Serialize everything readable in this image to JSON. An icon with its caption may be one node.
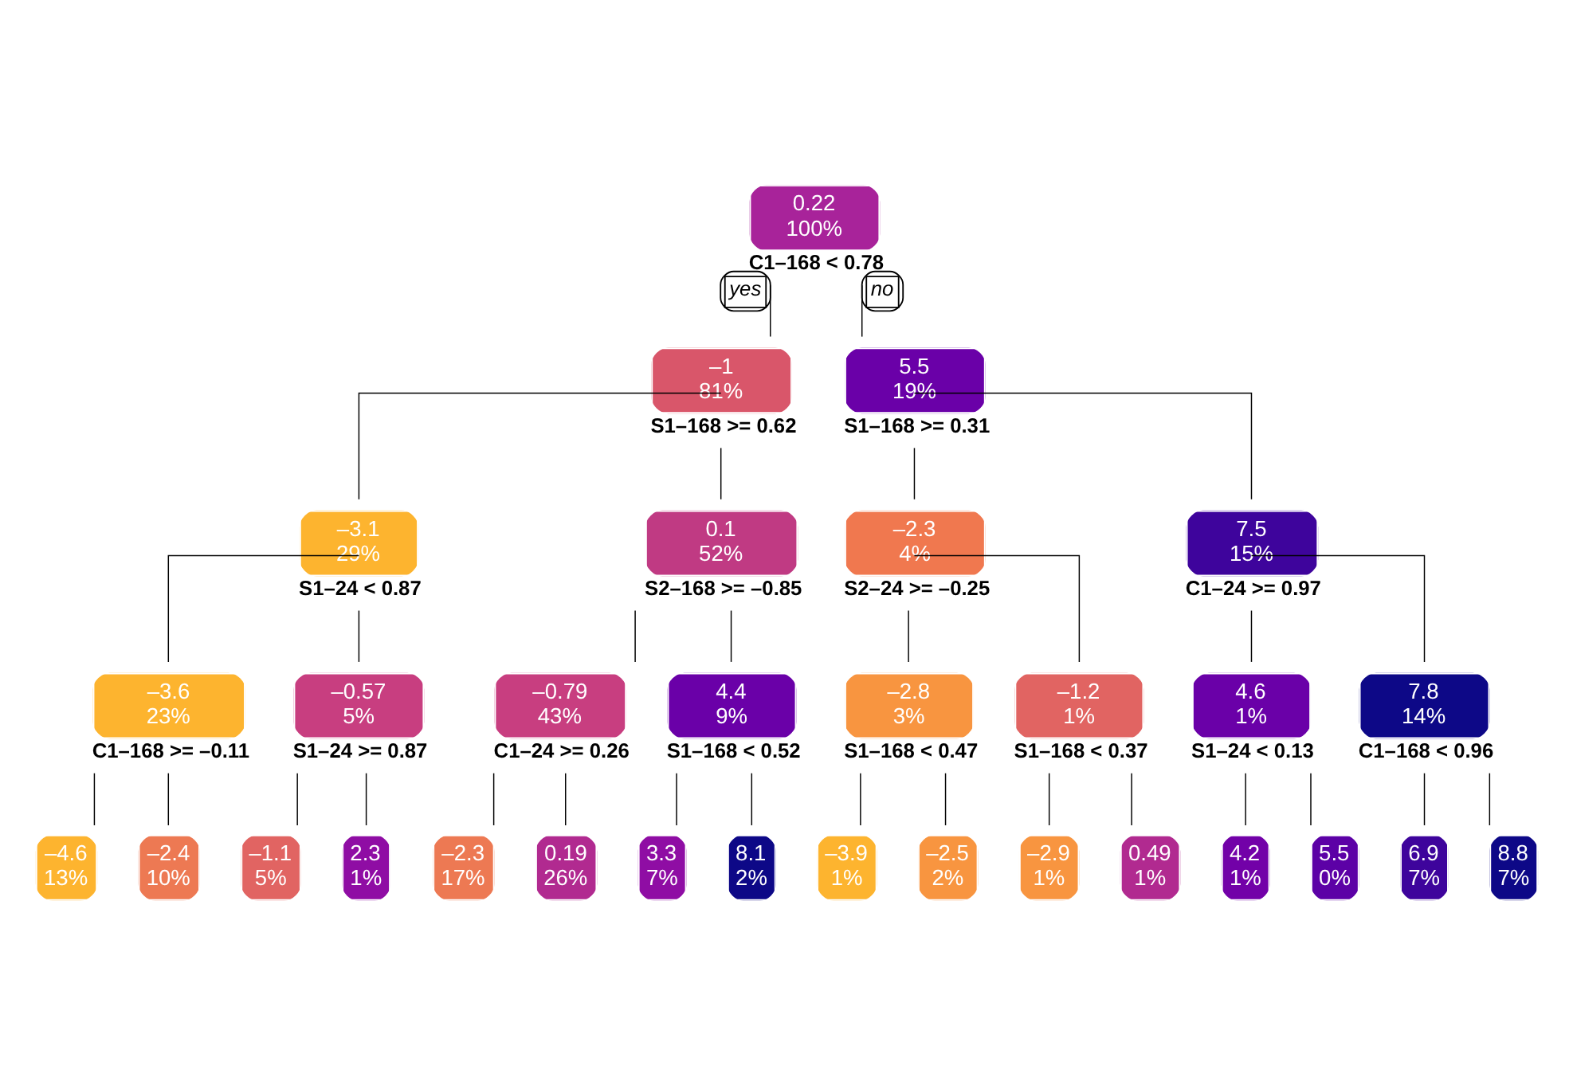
{
  "diagram": {
    "nodes": [
      {
        "text": [
          "0.22",
          "100%"
        ],
        "beside": [
          "C1–168 < 0.78"
        ]
      },
      {
        "text": [
          "–1",
          "81%"
        ],
        "beside": [
          "S1–168 >= 0.62"
        ]
      },
      {
        "text": [
          "5.5",
          "19%"
        ],
        "beside": [
          "S1–168 >= 0.31"
        ]
      },
      {
        "text": [
          "–3.1",
          "29%"
        ],
        "beside": [
          "S1–24 < 0.87"
        ]
      },
      {
        "text": [
          "0.1",
          "52%"
        ],
        "beside": [
          "S2–168 >= –0.85"
        ]
      },
      {
        "text": [
          "–2.3",
          "4%"
        ],
        "beside": [
          "S2–24 >= –0.25"
        ]
      },
      {
        "text": [
          "7.5",
          "15%"
        ],
        "beside": [
          "C1–24 >= 0.97"
        ]
      },
      {
        "text": [
          "–3.6",
          "23%"
        ],
        "beside": [
          "C1–168 >= –0.11"
        ]
      },
      {
        "text": [
          "–0.57",
          "5%"
        ],
        "beside": [
          "S1–24 >= 0.87"
        ]
      },
      {
        "text": [
          "–0.79",
          "43%"
        ],
        "beside": [
          "C1–24 >= 0.26"
        ]
      },
      {
        "text": [
          "4.4",
          "9%"
        ],
        "beside": [
          "S1–168 < 0.52"
        ]
      },
      {
        "text": [
          "–2.8",
          "3%"
        ],
        "beside": [
          "S1–168 < 0.47"
        ]
      },
      {
        "text": [
          "–1.2",
          "1%"
        ],
        "beside": [
          "S1–168 < 0.37"
        ]
      },
      {
        "text": [
          "4.6",
          "1%"
        ],
        "beside": [
          "S1–24 < 0.13"
        ]
      },
      {
        "text": [
          "7.8",
          "14%"
        ],
        "beside": [
          "C1–168 < 0.96"
        ]
      },
      {
        "text": [
          "–4.6",
          "13%"
        ]
      },
      {
        "text": [
          "–2.4",
          "10%"
        ]
      },
      {
        "text": [
          "–1.1",
          "5%"
        ]
      },
      {
        "text": [
          "2.3",
          "1%"
        ]
      },
      {
        "text": [
          "–2.3",
          "17%"
        ]
      },
      {
        "text": [
          "0.19",
          "26%"
        ]
      },
      {
        "text": [
          "3.3",
          "7%"
        ]
      },
      {
        "text": [
          "8.1",
          "2%"
        ]
      },
      {
        "text": [
          "–3.9",
          "1%"
        ]
      },
      {
        "text": [
          "–2.5",
          "2%"
        ]
      },
      {
        "text": [
          "–2.9",
          "1%"
        ]
      },
      {
        "text": [
          "0.49",
          "1%"
        ]
      },
      {
        "text": [
          "4.2",
          "1%"
        ]
      },
      {
        "text": [
          "5.5",
          "0%"
        ]
      },
      {
        "text": [
          "6.9",
          "7%"
        ]
      },
      {
        "text": [
          "8.8",
          "7%"
        ]
      }
    ],
    "edges": [
      {
        "from": 0,
        "to": 1,
        "arrow": "none",
        "label": "yes"
      },
      {
        "from": 0,
        "to": 2,
        "arrow": "none",
        "label": "no"
      },
      {
        "from": 1,
        "to": 3,
        "arrow": "none"
      },
      {
        "from": 1,
        "to": 4,
        "arrow": "none"
      },
      {
        "from": 2,
        "to": 5,
        "arrow": "none"
      },
      {
        "from": 2,
        "to": 6,
        "arrow": "none"
      },
      {
        "from": 3,
        "to": 7,
        "arrow": "none"
      },
      {
        "from": 3,
        "to": 8,
        "arrow": "none"
      },
      {
        "from": 4,
        "to": 9,
        "arrow": "none"
      },
      {
        "from": 4,
        "to": 10,
        "arrow": "none"
      },
      {
        "from": 5,
        "to": 11,
        "arrow": "none"
      },
      {
        "from": 5,
        "to": 12,
        "arrow": "none"
      },
      {
        "from": 6,
        "to": 13,
        "arrow": "none"
      },
      {
        "from": 6,
        "to": 14,
        "arrow": "none"
      },
      {
        "from": 7,
        "to": 15,
        "arrow": "none"
      },
      {
        "from": 7,
        "to": 16,
        "arrow": "none"
      },
      {
        "from": 8,
        "to": 17,
        "arrow": "none"
      },
      {
        "from": 8,
        "to": 18,
        "arrow": "none"
      },
      {
        "from": 9,
        "to": 19,
        "arrow": "none"
      },
      {
        "from": 9,
        "to": 20,
        "arrow": "none"
      },
      {
        "from": 10,
        "to": 21,
        "arrow": "none"
      },
      {
        "from": 10,
        "to": 22,
        "arrow": "none"
      },
      {
        "from": 11,
        "to": 23,
        "arrow": "none"
      },
      {
        "from": 11,
        "to": 24,
        "arrow": "none"
      },
      {
        "from": 12,
        "to": 25,
        "arrow": "none"
      },
      {
        "from": 12,
        "to": 26,
        "arrow": "none"
      },
      {
        "from": 13,
        "to": 27,
        "arrow": "none"
      },
      {
        "from": 13,
        "to": 28,
        "arrow": "none"
      },
      {
        "from": 14,
        "to": 29,
        "arrow": "none"
      },
      {
        "from": 14,
        "to": 30,
        "arrow": "none"
      }
    ]
  }
}
